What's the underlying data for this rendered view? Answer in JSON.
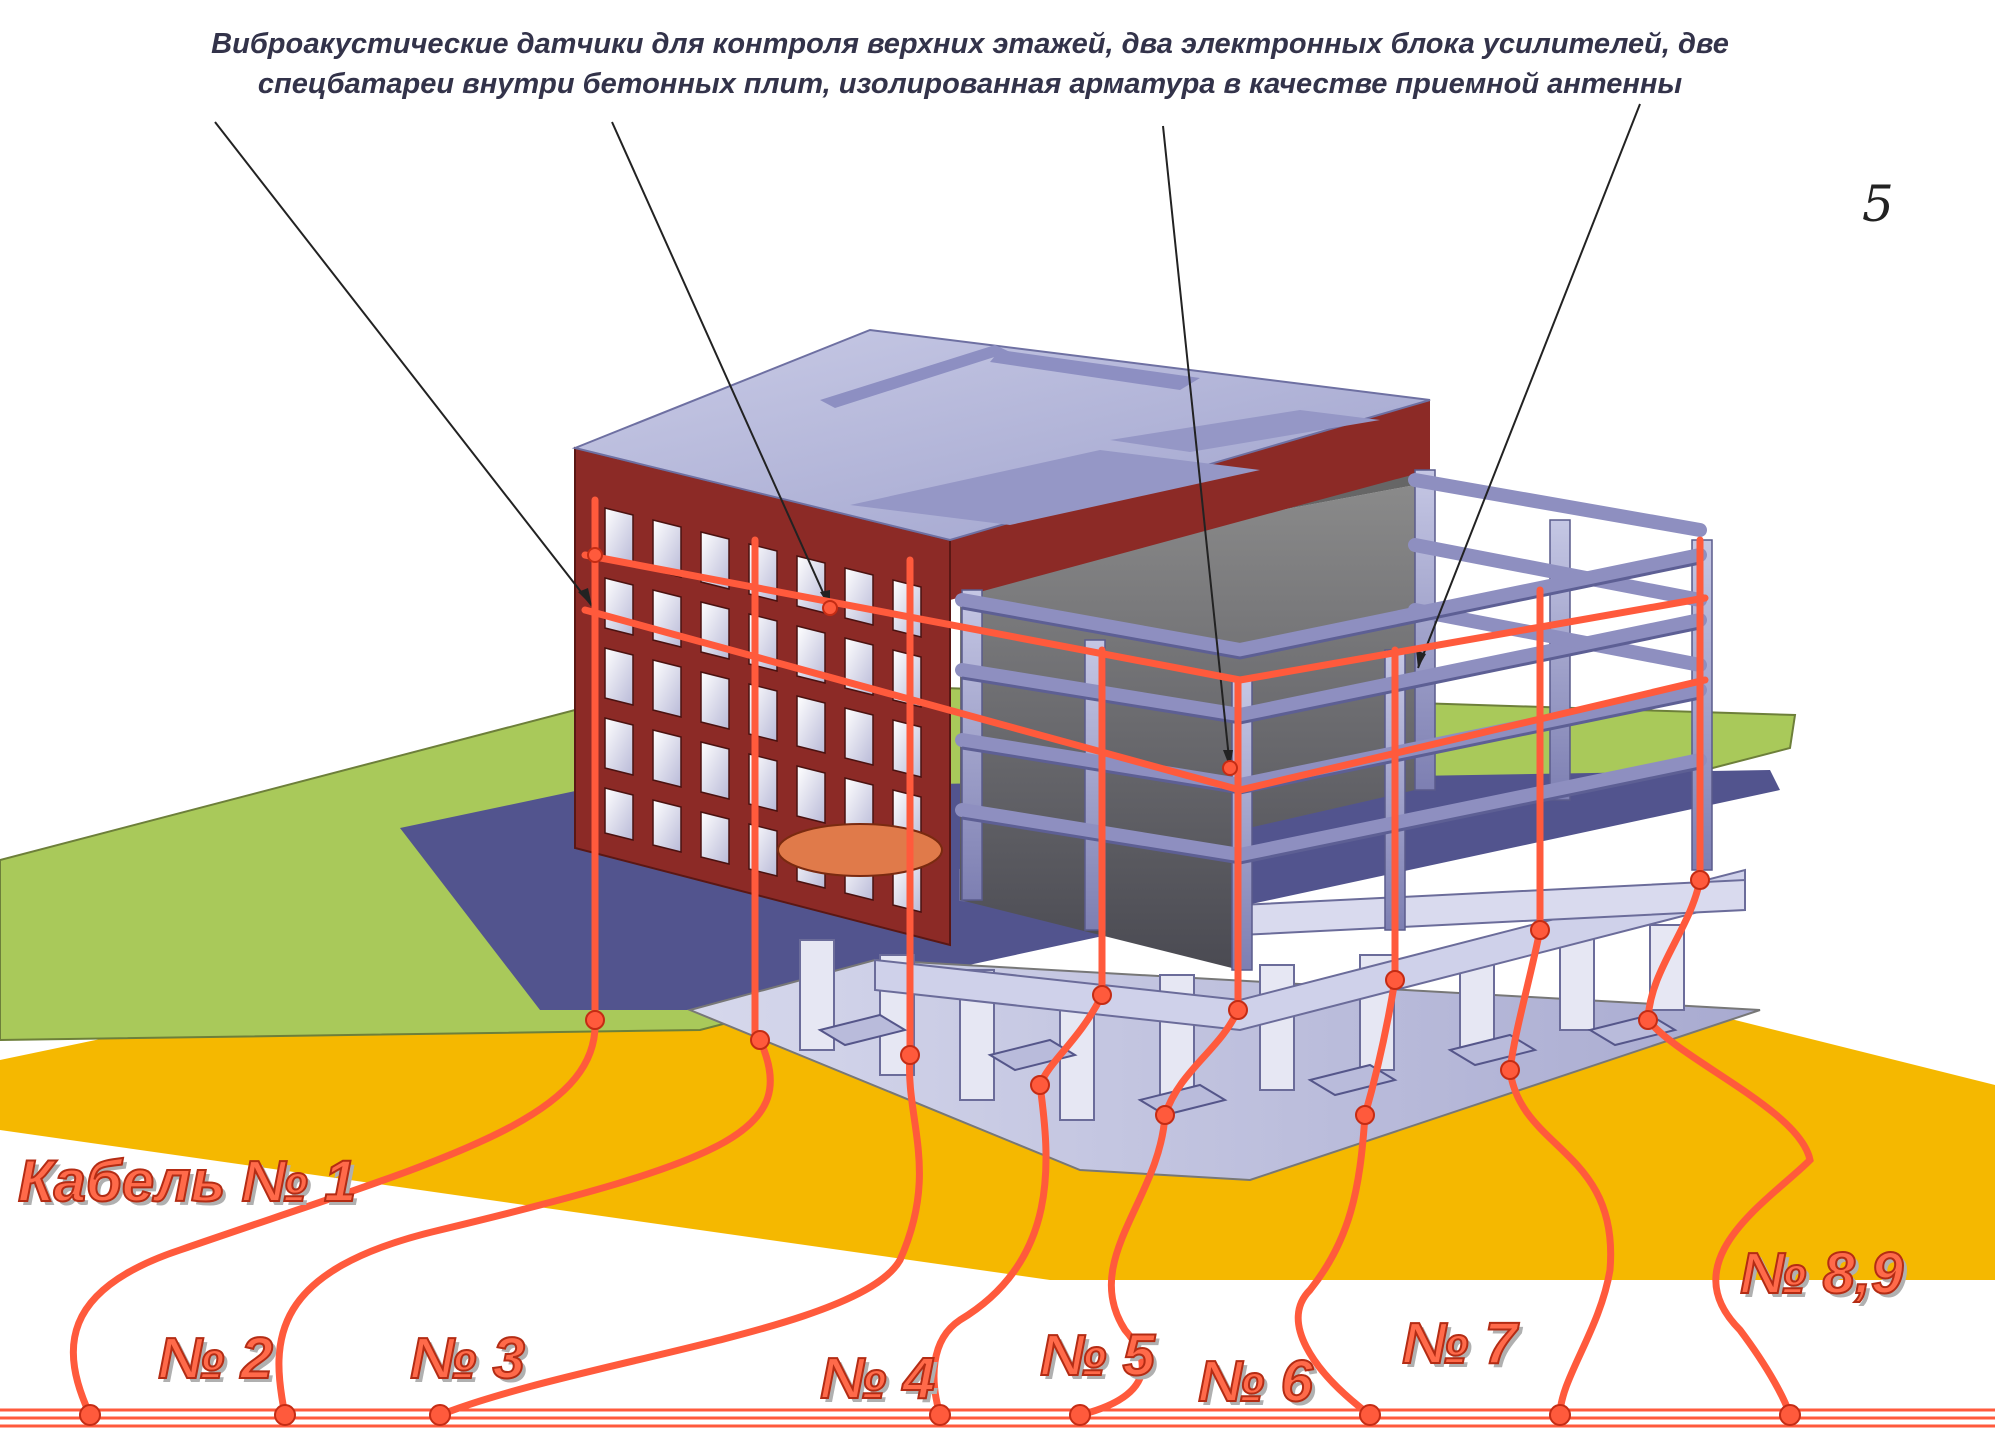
{
  "caption": {
    "line1": "Виброакустические датчики для контроля верхних этажей, два электронных блока усилителей, две",
    "line2": "спецбатареи внутри бетонных плит, изолированная арматура в качестве приемной антенны"
  },
  "page_number": "5",
  "cables": [
    {
      "id": "cable-1",
      "label": "Кабель № 1"
    },
    {
      "id": "cable-2",
      "label": "№ 2"
    },
    {
      "id": "cable-3",
      "label": "№ 3"
    },
    {
      "id": "cable-4",
      "label": "№ 4"
    },
    {
      "id": "cable-5",
      "label": "№ 5"
    },
    {
      "id": "cable-6",
      "label": "№ 6"
    },
    {
      "id": "cable-7",
      "label": "№ 7"
    },
    {
      "id": "cable-8-9",
      "label": "№ 8,9"
    }
  ],
  "colors": {
    "cable": "#ff5a3c",
    "brick_facade": "#8c2a26",
    "roof": "#aeb0d4",
    "frame": "#8e8fc0",
    "lawn": "#a9c95a",
    "ground": "#f5b800",
    "foundation": "#c7c9e0"
  }
}
